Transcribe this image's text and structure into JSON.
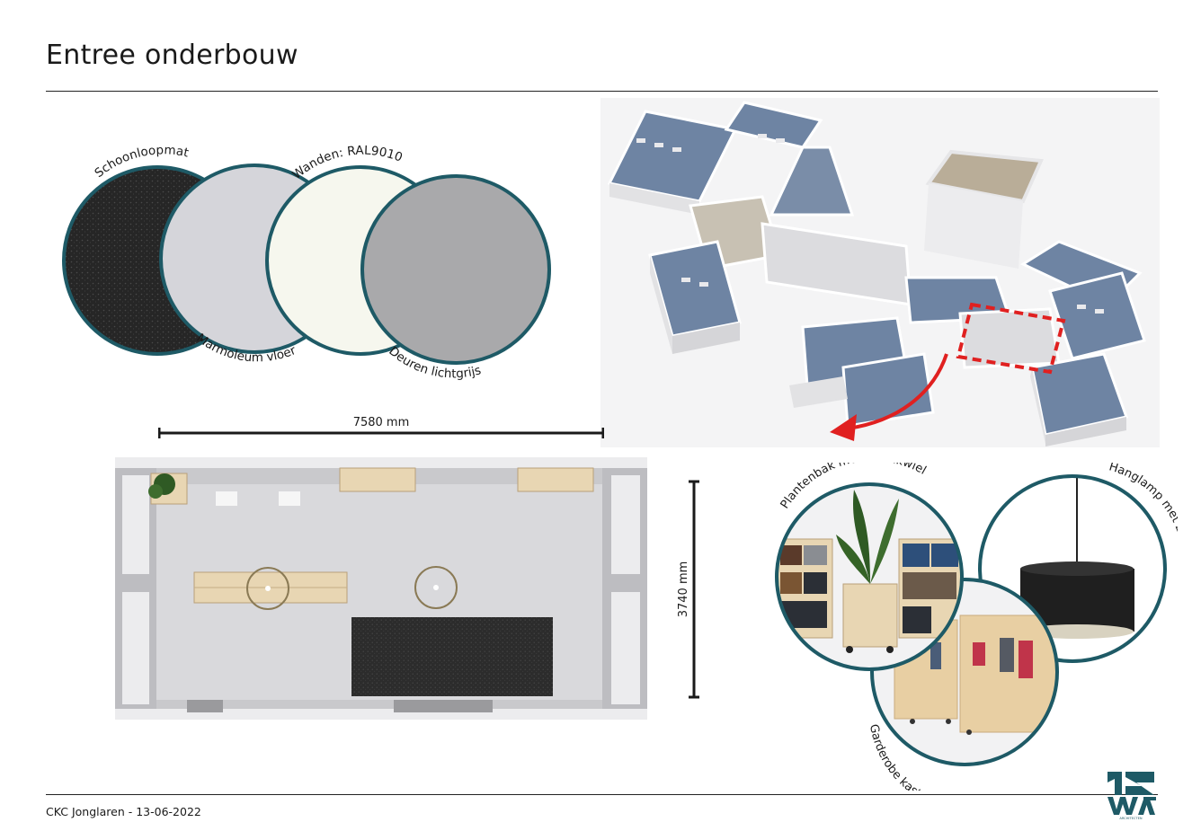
{
  "header": {
    "title": "Entree onderbouw"
  },
  "footer": {
    "text": "CKC Jonglaren - 13-06-2022"
  },
  "materials": {
    "carpet": "Schoonloopmat",
    "floor": "Marmoleum vloer",
    "walls": "Wanden: RAL9010",
    "doors": "Deuren lichtgrijs"
  },
  "dimensions": {
    "width": "7580 mm",
    "depth": "3740 mm"
  },
  "furniture": {
    "planter": "Plantenbak met zwenkwiel",
    "lamp": "Hanglamp met zwarte kap",
    "wardrobe": "Garderobe kasten met zwenkwiel"
  },
  "colors": {
    "ring": "#1e5a66",
    "carpet": "#2a2a2a",
    "floor": "#d5d5da",
    "walls": "#f6f7ee",
    "doors": "#a9a9ab",
    "highlight": "#e02020",
    "plan_floor": "#d9d9dc",
    "wood": "#e8d6b3"
  },
  "logo": {
    "caption": "ARCHITECTEN"
  }
}
